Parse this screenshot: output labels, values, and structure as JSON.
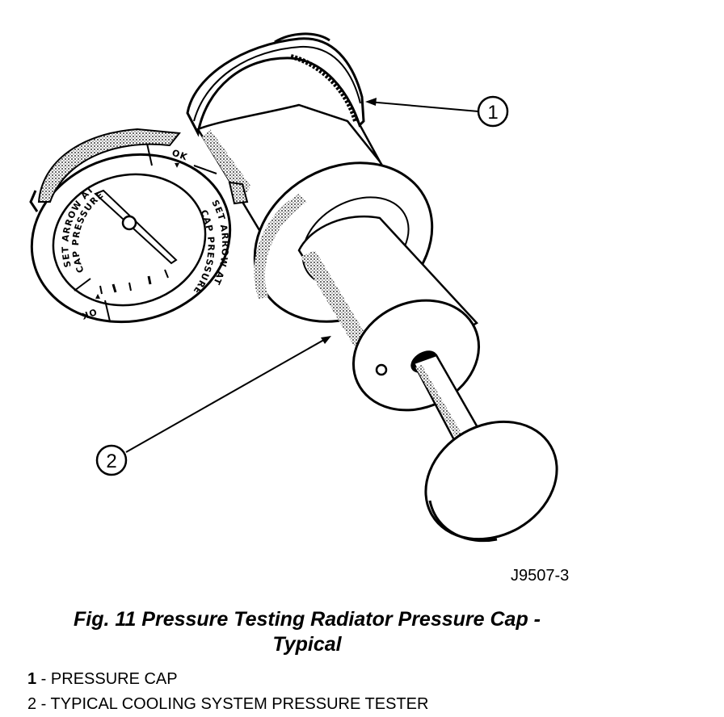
{
  "figure": {
    "id": "J9507-3",
    "caption_line1": "Fig. 11 Pressure Testing Radiator Pressure Cap -",
    "caption_line2": "Typical"
  },
  "callouts": [
    {
      "number": "1",
      "label": "PRESSURE CAP"
    },
    {
      "number": "2",
      "label": "TYPICAL COOLING SYSTEM PRESSURE TESTER"
    }
  ],
  "dial": {
    "left_label_top": "SET ARROW AT",
    "left_label_bottom": "CAP PRESSURE",
    "right_label_top": "SET ARROW AT",
    "right_label_bottom": "CAP PRESSURE",
    "ok_top": "OK",
    "ok_bottom": "OK"
  },
  "legend_separator": " - "
}
